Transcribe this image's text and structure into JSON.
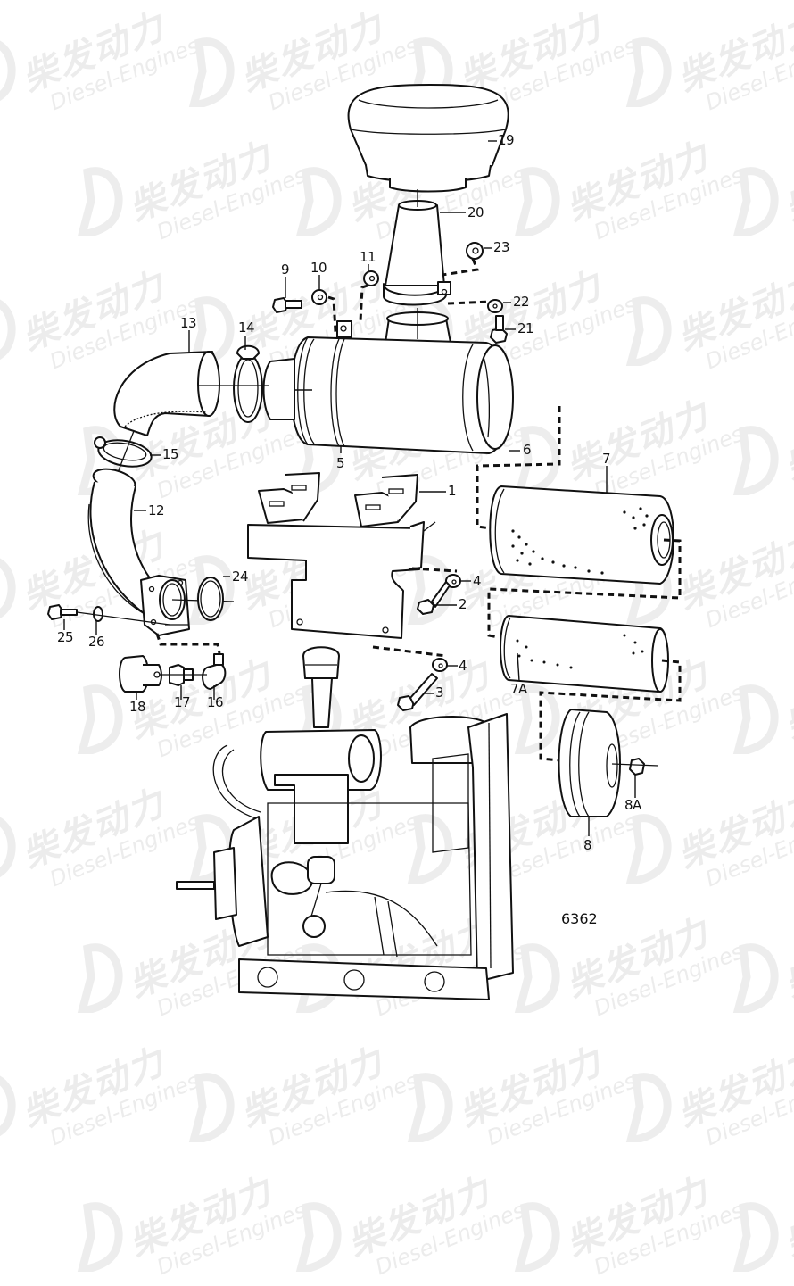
{
  "diagram": {
    "type": "exploded-parts-diagram",
    "subject": "Air filter assembly mounted on diesel engine",
    "drawing_number": "6362"
  },
  "watermark": {
    "brand_cn": "柴发动力",
    "brand_en": "Diesel-Engines",
    "color": "#ececec"
  },
  "parts": [
    {
      "id": "1",
      "label": "1",
      "description": "mounting bracket"
    },
    {
      "id": "2",
      "label": "2",
      "description": "bolt"
    },
    {
      "id": "3",
      "label": "3",
      "description": "bolt"
    },
    {
      "id": "4a",
      "label": "4",
      "description": "washer (upper)"
    },
    {
      "id": "4b",
      "label": "4",
      "description": "washer (lower)"
    },
    {
      "id": "5",
      "label": "5",
      "description": "air filter housing"
    },
    {
      "id": "6",
      "label": "6",
      "description": "housing end ring"
    },
    {
      "id": "7",
      "label": "7",
      "description": "filter element"
    },
    {
      "id": "7A",
      "label": "7A",
      "description": "safety filter element"
    },
    {
      "id": "8",
      "label": "8",
      "description": "end cover"
    },
    {
      "id": "8A",
      "label": "8A",
      "description": "nut"
    },
    {
      "id": "9",
      "label": "9",
      "description": "bolt"
    },
    {
      "id": "10",
      "label": "10",
      "description": "washer"
    },
    {
      "id": "11",
      "label": "11",
      "description": "nut"
    },
    {
      "id": "12",
      "label": "12",
      "description": "intake pipe"
    },
    {
      "id": "13",
      "label": "13",
      "description": "rubber elbow hose"
    },
    {
      "id": "14",
      "label": "14",
      "description": "hose clamp"
    },
    {
      "id": "15",
      "label": "15",
      "description": "hose clamp"
    },
    {
      "id": "16",
      "label": "16",
      "description": "elbow fitting"
    },
    {
      "id": "17",
      "label": "17",
      "description": "nipple"
    },
    {
      "id": "18",
      "label": "18",
      "description": "service indicator"
    },
    {
      "id": "19",
      "label": "19",
      "description": "rain cap"
    },
    {
      "id": "20",
      "label": "20",
      "description": "intake pipe"
    },
    {
      "id": "21",
      "label": "21",
      "description": "bolt"
    },
    {
      "id": "22",
      "label": "22",
      "description": "washer"
    },
    {
      "id": "23",
      "label": "23",
      "description": "nut"
    },
    {
      "id": "24",
      "label": "24",
      "description": "O-ring"
    },
    {
      "id": "25",
      "label": "25",
      "description": "bolt"
    },
    {
      "id": "26",
      "label": "26",
      "description": "washer"
    }
  ]
}
